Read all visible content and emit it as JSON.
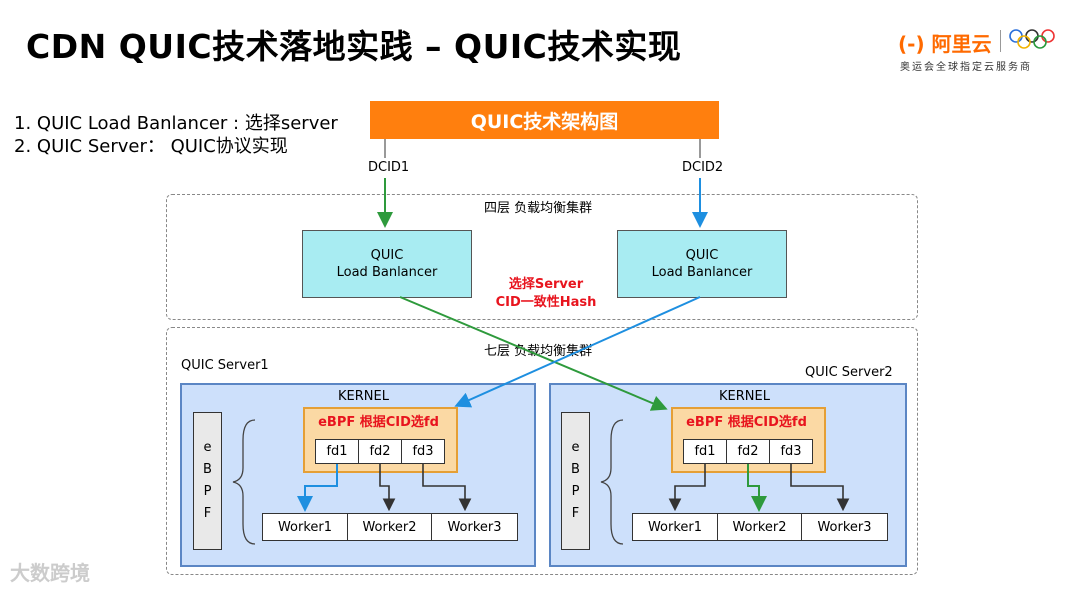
{
  "header": {
    "title": "CDN QUIC技术落地实践 – QUIC技术实现",
    "logo_text": "(-) 阿里云",
    "logo_subtitle": "奥运会全球指定云服务商"
  },
  "bullets": [
    "1. QUIC Load Banlancer : 选择server",
    "2. QUIC Server： QUIC协议实现"
  ],
  "diagram": {
    "banner": "QUIC技术架构图",
    "dcid1": "DCID1",
    "dcid2": "DCID2",
    "l4_label": "四层 负载均衡集群",
    "l7_label": "七层 负载均衡集群",
    "lb_left": {
      "line1": "QUIC",
      "line2": "Load Banlancer"
    },
    "lb_right": {
      "line1": "QUIC",
      "line2": "Load Banlancer"
    },
    "select_note": {
      "line1": "选择Server",
      "line2": "CID一致性Hash"
    },
    "server1": {
      "label": "QUIC Server1",
      "kernel": "KERNEL",
      "ebpf_title": "eBPF 根据CID选fd",
      "fds": [
        "fd1",
        "fd2",
        "fd3"
      ],
      "workers": [
        "Worker1",
        "Worker2",
        "Worker3"
      ],
      "ebpf_vertical": [
        "e",
        "B",
        "P",
        "F"
      ]
    },
    "server2": {
      "label": "QUIC Server2",
      "kernel": "KERNEL",
      "ebpf_title": "eBPF 根据CID选fd",
      "fds": [
        "fd1",
        "fd2",
        "fd3"
      ],
      "workers": [
        "Worker1",
        "Worker2",
        "Worker3"
      ],
      "ebpf_vertical": [
        "e",
        "B",
        "P",
        "F"
      ]
    },
    "colors": {
      "green": "#2e9a3c",
      "blue": "#1e8fe0",
      "orange": "#ff7f0e",
      "red": "#e8141e"
    }
  },
  "watermark": "大数跨境"
}
